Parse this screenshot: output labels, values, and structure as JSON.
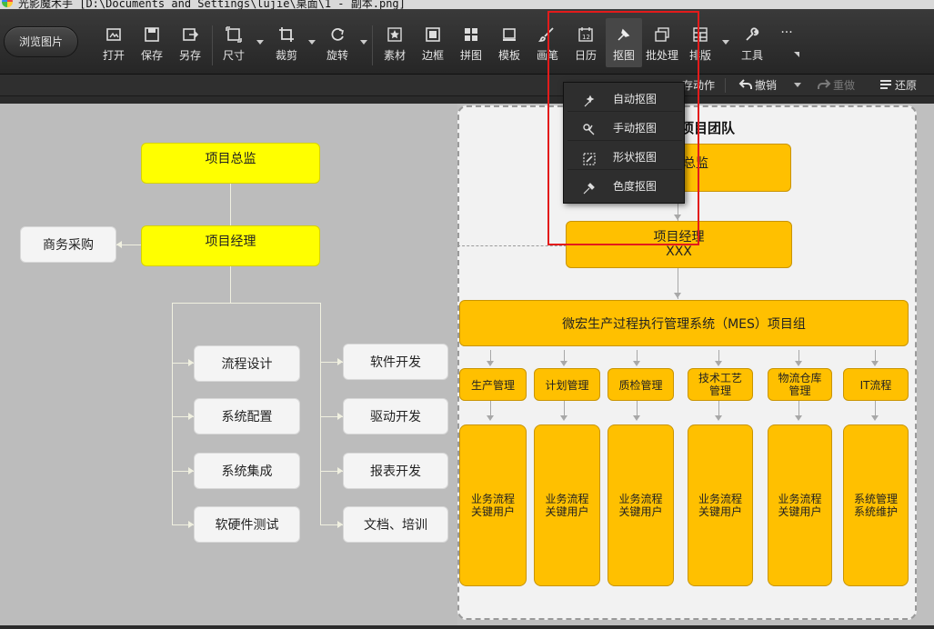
{
  "window": {
    "title": "光影魔术手 [D:\\Documents and Settings\\lujie\\桌面\\1 - 副本.png]"
  },
  "toolbar": {
    "browse": "浏览图片",
    "tools": [
      {
        "id": "open",
        "label": "打开",
        "icon": "open-icon"
      },
      {
        "id": "save",
        "label": "保存",
        "icon": "save-icon"
      },
      {
        "id": "saveas",
        "label": "另存",
        "icon": "save-as-icon"
      },
      {
        "id": "size",
        "label": "尺寸",
        "icon": "resize-icon"
      },
      {
        "id": "crop",
        "label": "裁剪",
        "icon": "crop-icon"
      },
      {
        "id": "rotate",
        "label": "旋转",
        "icon": "rotate-icon"
      },
      {
        "id": "material",
        "label": "素材",
        "icon": "star-icon"
      },
      {
        "id": "border",
        "label": "边框",
        "icon": "border-icon"
      },
      {
        "id": "collage",
        "label": "拼图",
        "icon": "grid-icon"
      },
      {
        "id": "template",
        "label": "模板",
        "icon": "template-icon"
      },
      {
        "id": "brush",
        "label": "画笔",
        "icon": "brush-icon"
      },
      {
        "id": "calendar",
        "label": "日历",
        "icon": "calendar-icon"
      },
      {
        "id": "cutout",
        "label": "抠图",
        "icon": "cutout-icon"
      },
      {
        "id": "batch",
        "label": "批处理",
        "icon": "batch-icon"
      },
      {
        "id": "layout",
        "label": "排版",
        "icon": "layout-icon"
      },
      {
        "id": "tools",
        "label": "工具",
        "icon": "wrench-icon"
      }
    ],
    "more": "···"
  },
  "actionbar": {
    "save_action": "存动作",
    "undo": "撤销",
    "redo": "重做",
    "restore": "还原"
  },
  "dropdown": {
    "items": [
      {
        "label": "自动抠图",
        "icon": "auto-cutout-icon"
      },
      {
        "label": "手动抠图",
        "icon": "manual-cutout-icon"
      },
      {
        "label": "形状抠图",
        "icon": "shape-cutout-icon"
      },
      {
        "label": "色度抠图",
        "icon": "chroma-cutout-icon"
      }
    ]
  },
  "left_chart": {
    "director": "项目总监",
    "manager": "项目经理",
    "procurement": "商务采购",
    "left_col": [
      "流程设计",
      "系统配置",
      "系统集成",
      "软硬件测试"
    ],
    "right_col": [
      "软件开发",
      "驱动开发",
      "报表开发",
      "文档、培训"
    ]
  },
  "right_chart": {
    "team_title": "项目团队",
    "director_partial": "总监",
    "manager": "项目经理",
    "manager_name": "XXX",
    "group": "微宏生产过程执行管理系统（MES）项目组",
    "depts": [
      {
        "name": "生产管理",
        "users": "业务流程\n关键用户"
      },
      {
        "name": "计划管理",
        "users": "业务流程\n关键用户"
      },
      {
        "name": "质检管理",
        "users": "业务流程\n关键用户"
      },
      {
        "name": "技术工艺\n管理",
        "users": "业务流程\n关键用户"
      },
      {
        "name": "物流仓库\n管理",
        "users": "业务流程\n关键用户"
      },
      {
        "name": "IT流程",
        "users": "系统管理\n系统维护"
      }
    ]
  },
  "colors": {
    "highlight": "#e31b1b",
    "yellow_node": "#ffff00",
    "orange_node": "#ffc000"
  }
}
